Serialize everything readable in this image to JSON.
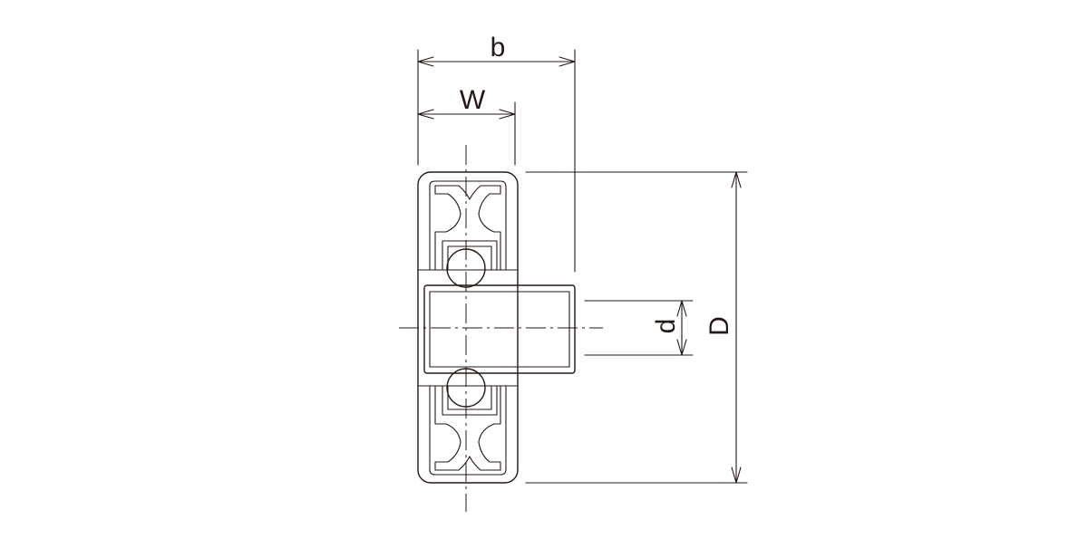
{
  "labels": {
    "overall_width": "b",
    "wheel_width": "W",
    "bore_diameter": "d",
    "outer_diameter": "D"
  }
}
